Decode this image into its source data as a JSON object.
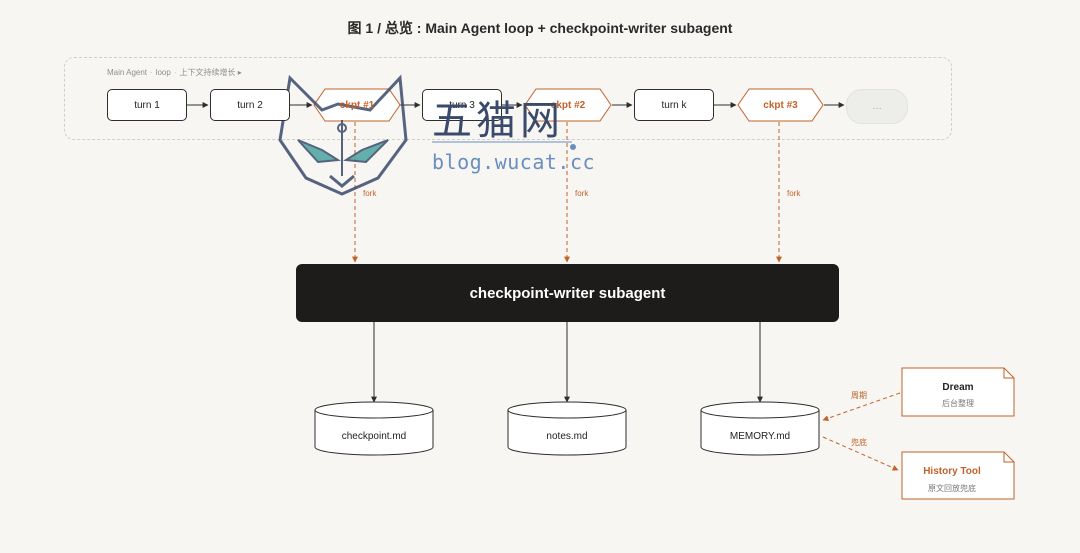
{
  "title": "图 1 / 总览 : Main Agent loop + checkpoint-writer subagent",
  "loop": {
    "caption_parts": [
      "Main Agent",
      "loop",
      "上下文持续增长 ▸"
    ],
    "turns": [
      "turn 1",
      "turn 2",
      "turn 3",
      "turn k"
    ],
    "checkpoints": [
      "ckpt #1",
      "ckpt #2",
      "ckpt #3"
    ],
    "ellipsis": "…"
  },
  "fork_label": "fork",
  "subagent_label": "checkpoint-writer subagent",
  "stores": [
    "checkpoint.md",
    "notes.md",
    "MEMORY.md"
  ],
  "side_notes": {
    "dream": {
      "title": "Dream",
      "subtitle": "后台整理",
      "edge_label": "周期"
    },
    "history_tool": {
      "title": "History Tool",
      "subtitle": "原文回放兜底",
      "edge_label": "兜底"
    }
  },
  "watermark": {
    "text_cn": "五猫网",
    "text_url": "blog.wucat.cc"
  },
  "colors": {
    "accent": "#c2622a",
    "subagent_bg": "#1d1c1b",
    "background": "#f7f6f3",
    "watermark": "#3b4a6b"
  }
}
